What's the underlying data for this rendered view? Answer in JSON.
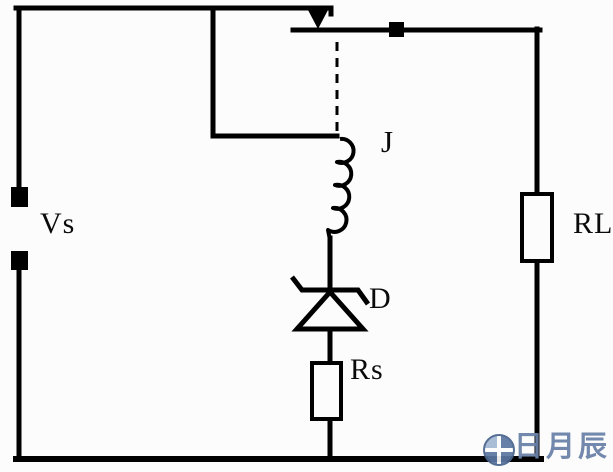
{
  "diagram": {
    "type": "relay-protection-circuit-schematic",
    "labels": {
      "source": "Vs",
      "relay_coil": "J",
      "diode": "D",
      "series_resistor": "Rs",
      "load_resistor": "RL"
    },
    "watermark": {
      "text": "日月辰"
    },
    "colors": {
      "line": "#000000",
      "background": "#fcfcfc",
      "watermark_blue": "#6b82a8",
      "watermark_circle_dark": "#5b76a0",
      "watermark_circle_light": "#a4b8d4"
    }
  }
}
